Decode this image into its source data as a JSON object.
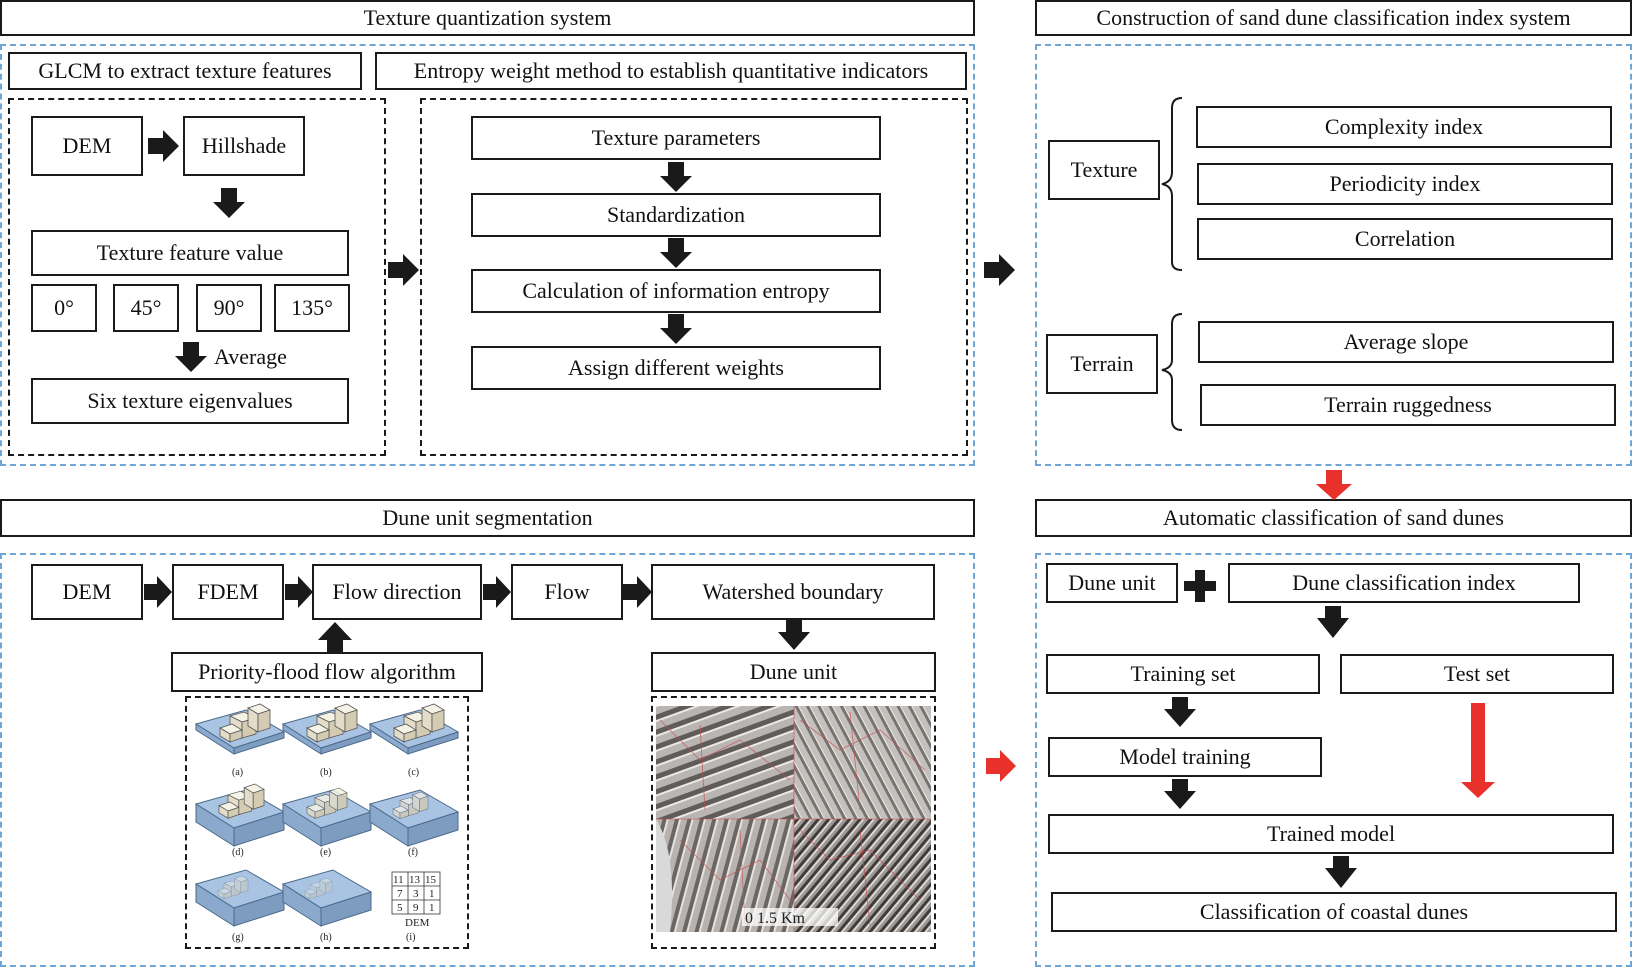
{
  "texture_quantization": {
    "title": "Texture quantization system",
    "glcm": {
      "title": "GLCM to extract texture features",
      "dem": "DEM",
      "hillshade": "Hillshade",
      "feature_value": "Texture feature value",
      "angles": [
        "0°",
        "45°",
        "90°",
        "135°"
      ],
      "average": "Average",
      "eigenvalues": "Six texture eigenvalues"
    },
    "entropy": {
      "title": "Entropy weight method to establish quantitative indicators",
      "steps": [
        "Texture parameters",
        "Standardization",
        "Calculation of information entropy",
        "Assign different weights"
      ]
    }
  },
  "index_system": {
    "title": "Construction of sand dune classification index system",
    "texture": {
      "label": "Texture",
      "items": [
        "Complexity index",
        "Periodicity index",
        "Correlation"
      ]
    },
    "terrain": {
      "label": "Terrain",
      "items": [
        "Average slope",
        "Terrain ruggedness"
      ]
    }
  },
  "segmentation": {
    "title": "Dune unit segmentation",
    "flow": [
      "DEM",
      "FDEM",
      "Flow direction",
      "Flow",
      "Watershed boundary"
    ],
    "priority_flood": "Priority-flood flow algorithm",
    "dune_unit": "Dune unit",
    "panel_labels": [
      "(a)",
      "(b)",
      "(c)",
      "(d)",
      "(e)",
      "(f)",
      "(g)",
      "(h)",
      "(i)"
    ],
    "dem_grid": [
      "11",
      "13",
      "15",
      "7",
      "3",
      "1",
      "5",
      "9",
      "1"
    ],
    "dem_grid_label": "DEM",
    "scale_text": "0 1.5 Km"
  },
  "classification": {
    "title": "Automatic classification of sand dunes",
    "dune_unit": "Dune unit",
    "dune_index": "Dune classification index",
    "training_set": "Training set",
    "test_set": "Test set",
    "model_training": "Model training",
    "trained_model": "Trained model",
    "coastal": "Classification of coastal dunes"
  },
  "colors": {
    "black_arrow": "#1a1a1a",
    "red_arrow": "#e8312a",
    "blue_dash": "#6fa6d6",
    "block_blue": "#a9c4e3"
  }
}
